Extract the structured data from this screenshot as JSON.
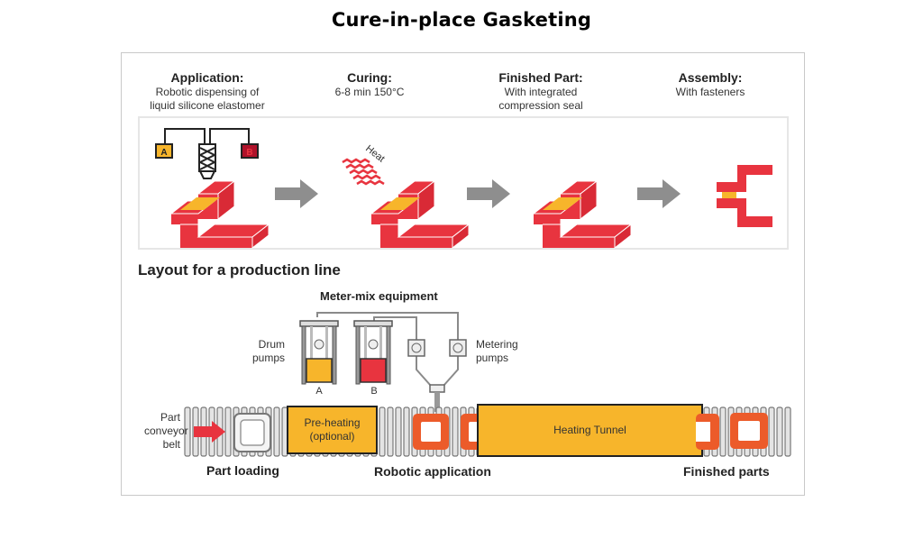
{
  "title": "Cure-in-place Gasketing",
  "steps": [
    {
      "heading": "Application:",
      "line1": "Robotic dispensing of",
      "line2": "liquid silicone elastomer"
    },
    {
      "heading": "Curing:",
      "line1": "6-8 min 150°C",
      "line2": ""
    },
    {
      "heading": "Finished Part:",
      "line1": "With integrated",
      "line2": "compression seal"
    },
    {
      "heading": "Assembly:",
      "line1": "With fasteners",
      "line2": ""
    }
  ],
  "process_labels": {
    "component_a": "A",
    "component_b": "B",
    "heat": "Heat"
  },
  "production": {
    "section_title": "Layout for a production line",
    "meter_mix_title": "Meter-mix equipment",
    "drum_pumps": [
      "Drum",
      "pumps"
    ],
    "metering_pumps": [
      "Metering",
      "pumps"
    ],
    "drum_a": "A",
    "drum_b": "B",
    "conveyor": [
      "Part",
      "conveyor",
      "belt"
    ],
    "preheating": [
      "Pre-heating",
      "(optional)"
    ],
    "heating_tunnel": "Heating Tunnel",
    "stations": {
      "part_loading": "Part loading",
      "robotic_application": "Robotic application",
      "finished_parts": "Finished parts"
    }
  },
  "colors": {
    "red": "#e8343f",
    "yellow": "#f7b52b",
    "dark_red": "#b0122a",
    "orange": "#ec5b2a",
    "gray_arrow": "#8e8e8e"
  }
}
